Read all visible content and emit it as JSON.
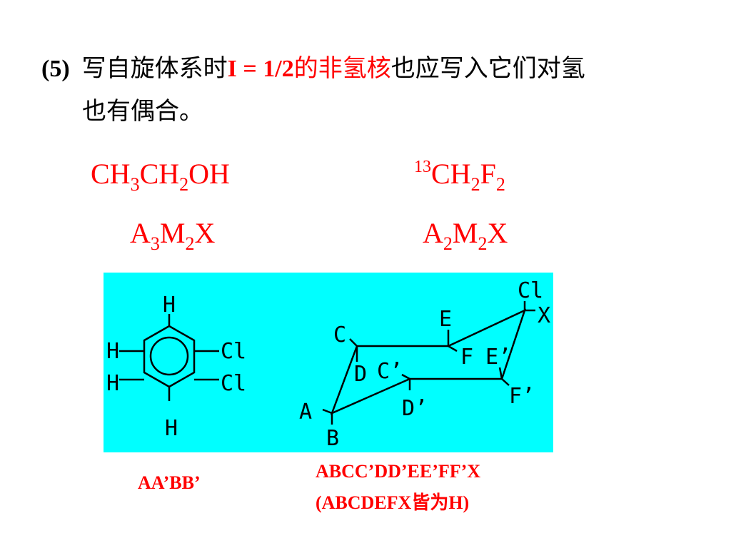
{
  "heading": {
    "num": "(5)",
    "pre": "写自旋体系时",
    "red_bold": "I = 1/2",
    "red_text": "的非氢核",
    "post": "也应写入它们对氢",
    "line2": "也有偶合。"
  },
  "formulas": {
    "ethanol": {
      "p1": "CH",
      "s1": "3",
      "p2": "CH",
      "s2": "2",
      "p3": "OH"
    },
    "difluoromethane": {
      "sup": "13",
      "p1": "CH",
      "s1": "2",
      "p2": "F",
      "s2": "2"
    }
  },
  "spin_labels": {
    "left": {
      "p1": "A",
      "s1": "3",
      "p2": "M",
      "s2": "2",
      "p3": "X"
    },
    "right": {
      "p1": "A",
      "s1": "2",
      "p2": "M",
      "s2": "2",
      "p3": "X"
    }
  },
  "benzene": {
    "h_top": "H",
    "h_left1": "H",
    "h_left2": "H",
    "h_bottom": "H",
    "cl1": "Cl",
    "cl2": "Cl"
  },
  "cyclohexane": {
    "cl": "Cl",
    "x": "X",
    "e": "E",
    "c": "C",
    "f": "F",
    "e_prime": "E’",
    "d": "D",
    "c_prime": "C’",
    "f_prime": "F’",
    "d_prime": "D’",
    "a": "A",
    "b": "B"
  },
  "captions": {
    "left": "AA’BB’",
    "right_line1": "ABCC’DD’EE’FF’X",
    "right_line2": "(ABCDEFX皆为H)"
  },
  "colors": {
    "accent": "#ff0000",
    "panel": "#00ffff"
  }
}
